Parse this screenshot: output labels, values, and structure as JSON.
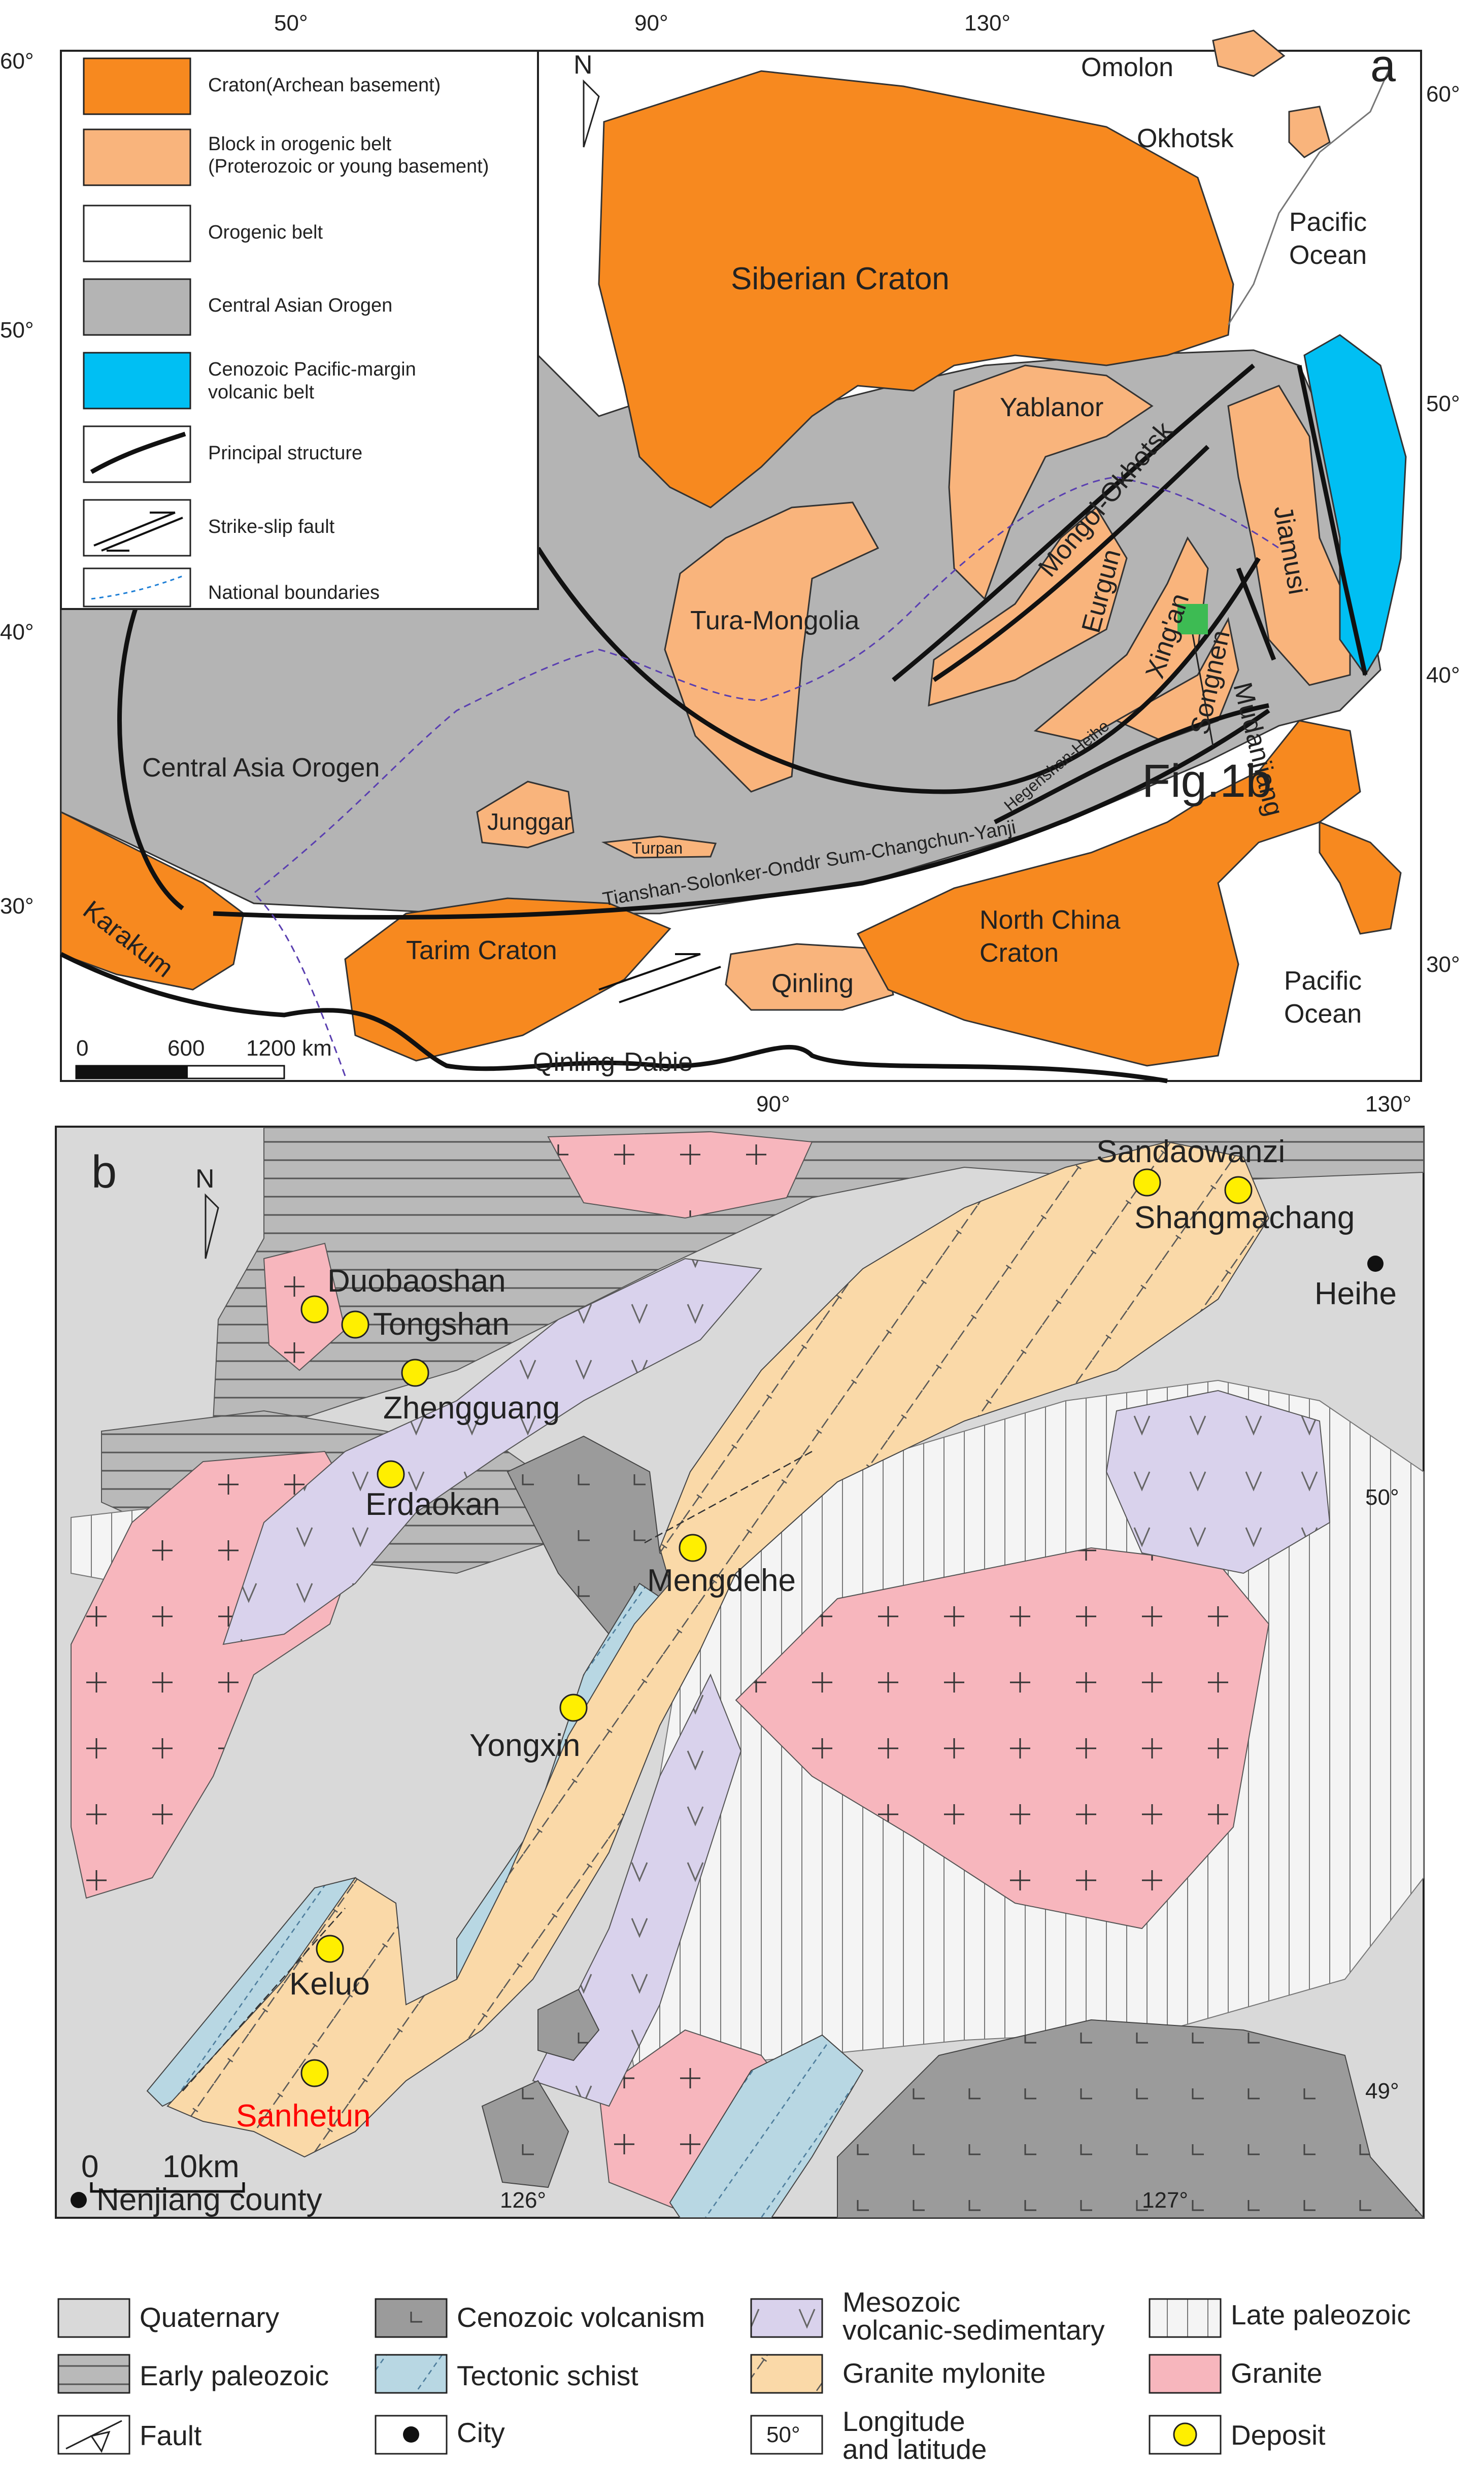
{
  "panel_a": {
    "panel_letter": "a",
    "north": "N",
    "lat_labels": {
      "l60": "60°",
      "l50": "50°",
      "l40": "40°",
      "l30": "30°",
      "r60": "60°",
      "r50": "50°",
      "r40": "40°",
      "r30": "30°"
    },
    "lon_labels": {
      "t50": "50°",
      "t90": "90°",
      "t130": "130°",
      "b90": "90°",
      "b130": "130°"
    },
    "legend": [
      {
        "label": "Craton(Archean basement)",
        "color": "#f7891f"
      },
      {
        "label_line1": "Block in orogenic belt",
        "label_line2": "(Proterozoic or young basement)",
        "color": "#f9b47c"
      },
      {
        "label": "Orogenic belt",
        "color": "#ffffff"
      },
      {
        "label": "Central Asian Orogen",
        "color": "#b4b4b4"
      },
      {
        "label_line1": "Cenozoic Pacific-margin",
        "label_line2": "volcanic belt",
        "color": "#00bff3"
      },
      {
        "label": "Principal structure"
      },
      {
        "label": "Strike-slip fault"
      },
      {
        "label": "National boundaries"
      }
    ],
    "labels": {
      "siberian": "Siberian Craton",
      "omolon": "Omolon",
      "okhotsk": "Okhotsk",
      "pacific_top_1": "Pacific",
      "pacific_top_2": "Ocean",
      "yablanor": "Yablanor",
      "mongol_okhotsk": "Mongol-Okhotsk",
      "eurgun": "Eurgun",
      "xingan": "Xing'an",
      "mudanjiang": "Mudanjiang",
      "jiamusi": "Jiamusi",
      "songnen": "Songnen",
      "tura_mongolia": "Tura-Mongolia",
      "central_asia_orogen": "Central Asia Orogen",
      "hegenshan": "Hegenshan-Heihe",
      "fig1b": "Fig.1b",
      "junggar": "Junggar",
      "turpan": "Turpan",
      "tianshan": "Tianshan-Solonker-Onddr Sum-Changchun-Yanji",
      "karakum": "Karakum",
      "tarim": "Tarim Craton",
      "qinling": "Qinling",
      "north_china_1": "North China",
      "north_china_2": "Craton",
      "pacific_bot_1": "Pacific",
      "pacific_bot_2": "Ocean",
      "qinling_dabie": "Qinling-Dabie"
    },
    "scale": {
      "s0": "0",
      "s600": "600",
      "s1200": "1200 km"
    }
  },
  "panel_b": {
    "panel_letter": "b",
    "north": "N",
    "deposits": {
      "sandaowanzi": "Sandaowanzi",
      "shangmachang": "Shangmachang",
      "duobaoshan": "Duobaoshan",
      "tongshan": "Tongshan",
      "zhengguang": "Zhengguang",
      "erdaokan": "Erdaokan",
      "mengdehe": "Mengdehe",
      "yongxin": "Yongxin",
      "keluo": "Keluo",
      "sanhetun": "Sanhetun"
    },
    "cities": {
      "heihe": "Heihe",
      "nenjiang": "Nenjiang county"
    },
    "coords": {
      "lat50": "50°",
      "lat49": "49°",
      "lon126": "126°",
      "lon127": "127°"
    },
    "scale": {
      "s0": "0",
      "s10": "10km"
    },
    "highlight_color": "#ff0000"
  },
  "legend_b": [
    {
      "label": "Quaternary",
      "color": "#d9d9d9"
    },
    {
      "label": "Cenozoic volcanism",
      "color": "#9b9b9b"
    },
    {
      "label_line1": "Mesozoic",
      "label_line2": "volcanic-sedimentary",
      "color": "#d9d2ec"
    },
    {
      "label": "Late paleozoic",
      "color": "#f2f2f2"
    },
    {
      "label": "Early paleozoic",
      "color": "#b9b9b9"
    },
    {
      "label": "Tectonic schist",
      "color": "#b8d7e3"
    },
    {
      "label": "Granite mylonite",
      "color": "#fad9a8"
    },
    {
      "label": "Granite",
      "color": "#f7b6bd"
    },
    {
      "label": "Fault"
    },
    {
      "label": "City"
    },
    {
      "label_line1": "Longitude",
      "label_line2": "and latitude",
      "swatch": "50°"
    },
    {
      "label": "Deposit",
      "color": "#ffef00"
    }
  ]
}
